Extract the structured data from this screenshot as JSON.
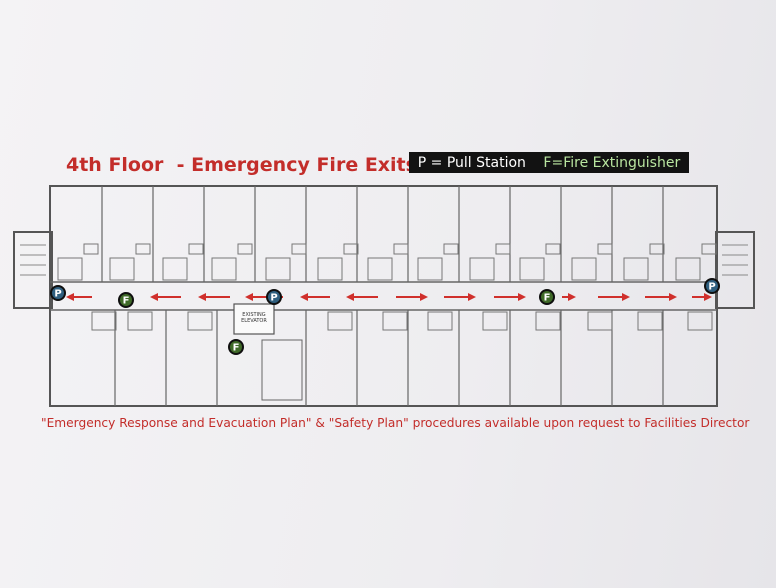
{
  "title": "4th Floor  - Emergency Fire Exits",
  "legend": {
    "pull_station": "P = Pull Station",
    "fire_extinguisher": "F=Fire Extinguisher"
  },
  "elevator_label": "EXISTING ELEVATOR",
  "footer": "\"Emergency Response and Evacuation Plan\" & \"Safety Plan\" procedures available upon request to Facilities Director",
  "markers": {
    "pull_letter": "P",
    "extinguisher_letter": "F"
  },
  "colors": {
    "title_red": "#c32d2a",
    "arrow_red": "#d0302c",
    "pull_station_fill": "#2f5f7f",
    "extinguisher_fill": "#3f6a28",
    "legend_bg": "#121212"
  }
}
